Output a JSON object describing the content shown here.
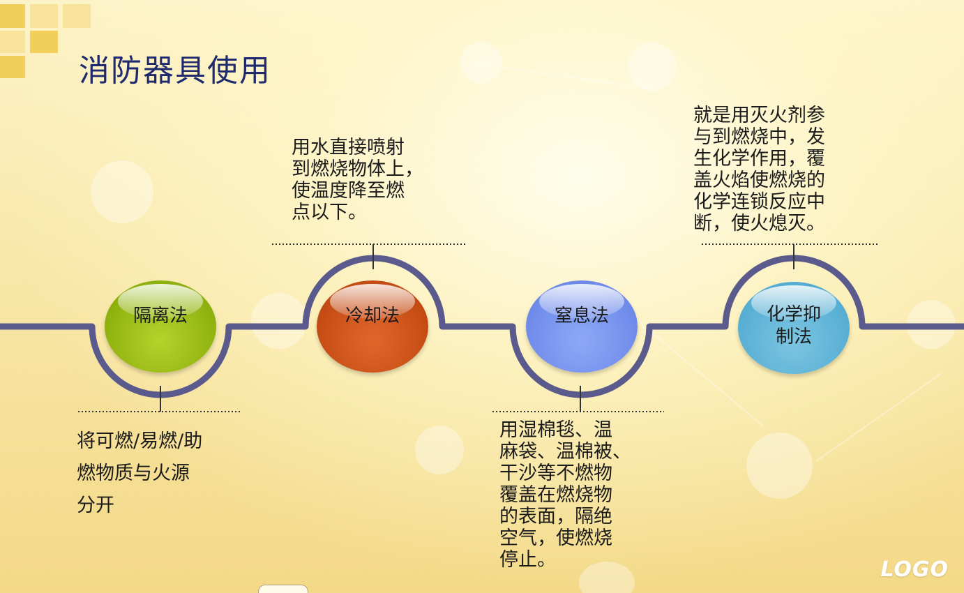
{
  "title": "消防器具使用",
  "methods": [
    {
      "name": "隔离法",
      "color": "#8fb10e",
      "description": "将可燃/易燃/助\n燃物质与火源\n分开"
    },
    {
      "name": "冷却法",
      "color": "#c44c14",
      "description": "用水直接喷射\n到燃烧物体上，\n使温度降至燃\n点以下。"
    },
    {
      "name": "窒息法",
      "color": "#6f8bea",
      "description": "用湿棉毯、温\n麻袋、温棉被、\n干沙等不燃物\n覆盖在燃烧物\n的表面，隔绝\n空气，使燃烧\n停止。"
    },
    {
      "name": "化学抑\n制法",
      "color": "#57aed3",
      "description": "就是用灭火剂参\n与到燃烧中，发\n生化学作用，覆\n盖火焰使燃烧的\n化学连锁反应中\n断，使火熄灭。"
    }
  ],
  "logo": "LOGO",
  "colors": {
    "timeline": "#5a5a8c",
    "title": "#1f2a6e",
    "accent": "#f2cf5b"
  }
}
